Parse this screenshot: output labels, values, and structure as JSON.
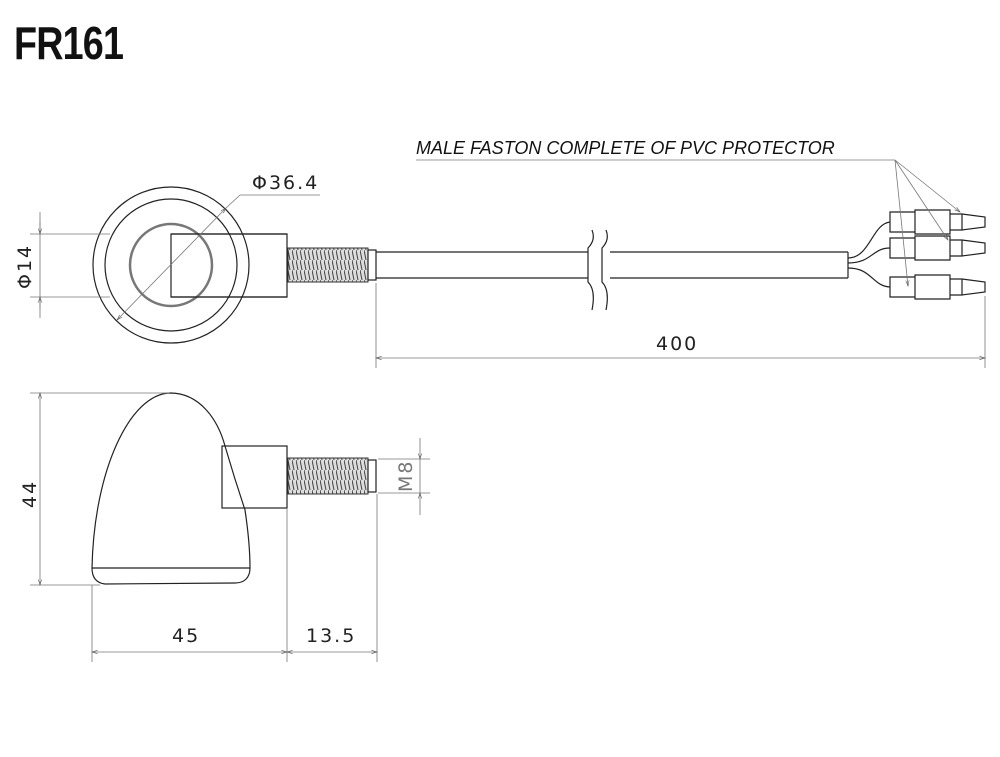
{
  "title": "FR161",
  "labels": {
    "connector_note": "MALE FASTON COMPLETE OF PVC PROTECTOR"
  },
  "dimensions": {
    "outer_diameter": "Φ36.4",
    "body_diameter": "Φ14",
    "cable_length": "400",
    "height": "44",
    "body_length": "45",
    "thread_length": "13.5",
    "thread_size": "M8"
  }
}
